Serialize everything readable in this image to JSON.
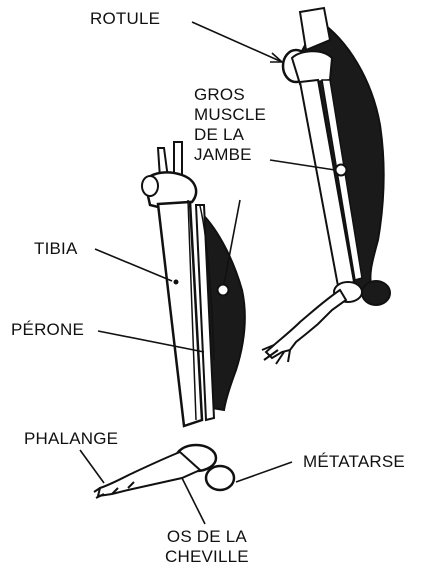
{
  "labels": {
    "rotule": "ROTULE",
    "gros_muscle": [
      "GROS",
      "MUSCLE",
      "DE LA",
      "JAMBE"
    ],
    "tibia": "TIBIA",
    "perone": "PÉRONE",
    "phalange": "PHALANGE",
    "metatarse": "MÉTATARSE",
    "os_cheville": [
      "OS DE LA",
      "CHEVILLE"
    ]
  },
  "colors": {
    "ink": "#111111",
    "bone": "#ffffff",
    "muscle": "#1a1a1a"
  }
}
